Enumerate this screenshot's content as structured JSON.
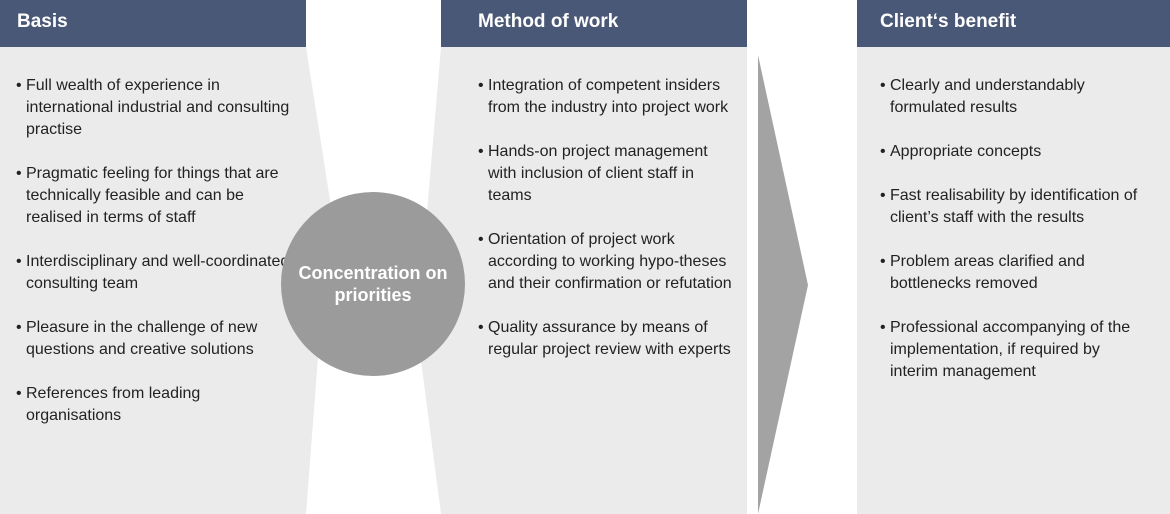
{
  "columns": [
    {
      "title": "Basis",
      "items": [
        "Full wealth of experience in international industrial and consulting practise",
        "Pragmatic feeling for things that are technically feasible and can be realised in terms of staff",
        "Interdisciplinary and well-coordinated consulting team",
        "Pleasure in the challenge of new questions and creative solutions",
        "References from leading organisations"
      ]
    },
    {
      "title": "Method of work",
      "items": [
        "Integration of competent insiders from the industry into project work",
        "Hands-on project management with inclusion of client staff in teams",
        "Orientation of project work according to working hypo-theses and their confirmation or refutation",
        "Quality assurance by means of regular project review with experts"
      ]
    },
    {
      "title": "Client‘s benefit",
      "items": [
        "Clearly and understandably formulated results",
        "Appropriate concepts",
        "Fast realisability by identification of client’s staff with the results",
        "Problem areas clarified and bottlenecks removed",
        "Professional accompanying of the implementation, if required by interim management"
      ]
    }
  ],
  "center": {
    "label": "Concentration on priorities"
  },
  "bullet_char": "•",
  "colors": {
    "header_bg": "#4a5877",
    "panel_bg": "#ebebeb",
    "circle_bg": "#9b9b9b",
    "arrow": "#a3a3a3"
  }
}
